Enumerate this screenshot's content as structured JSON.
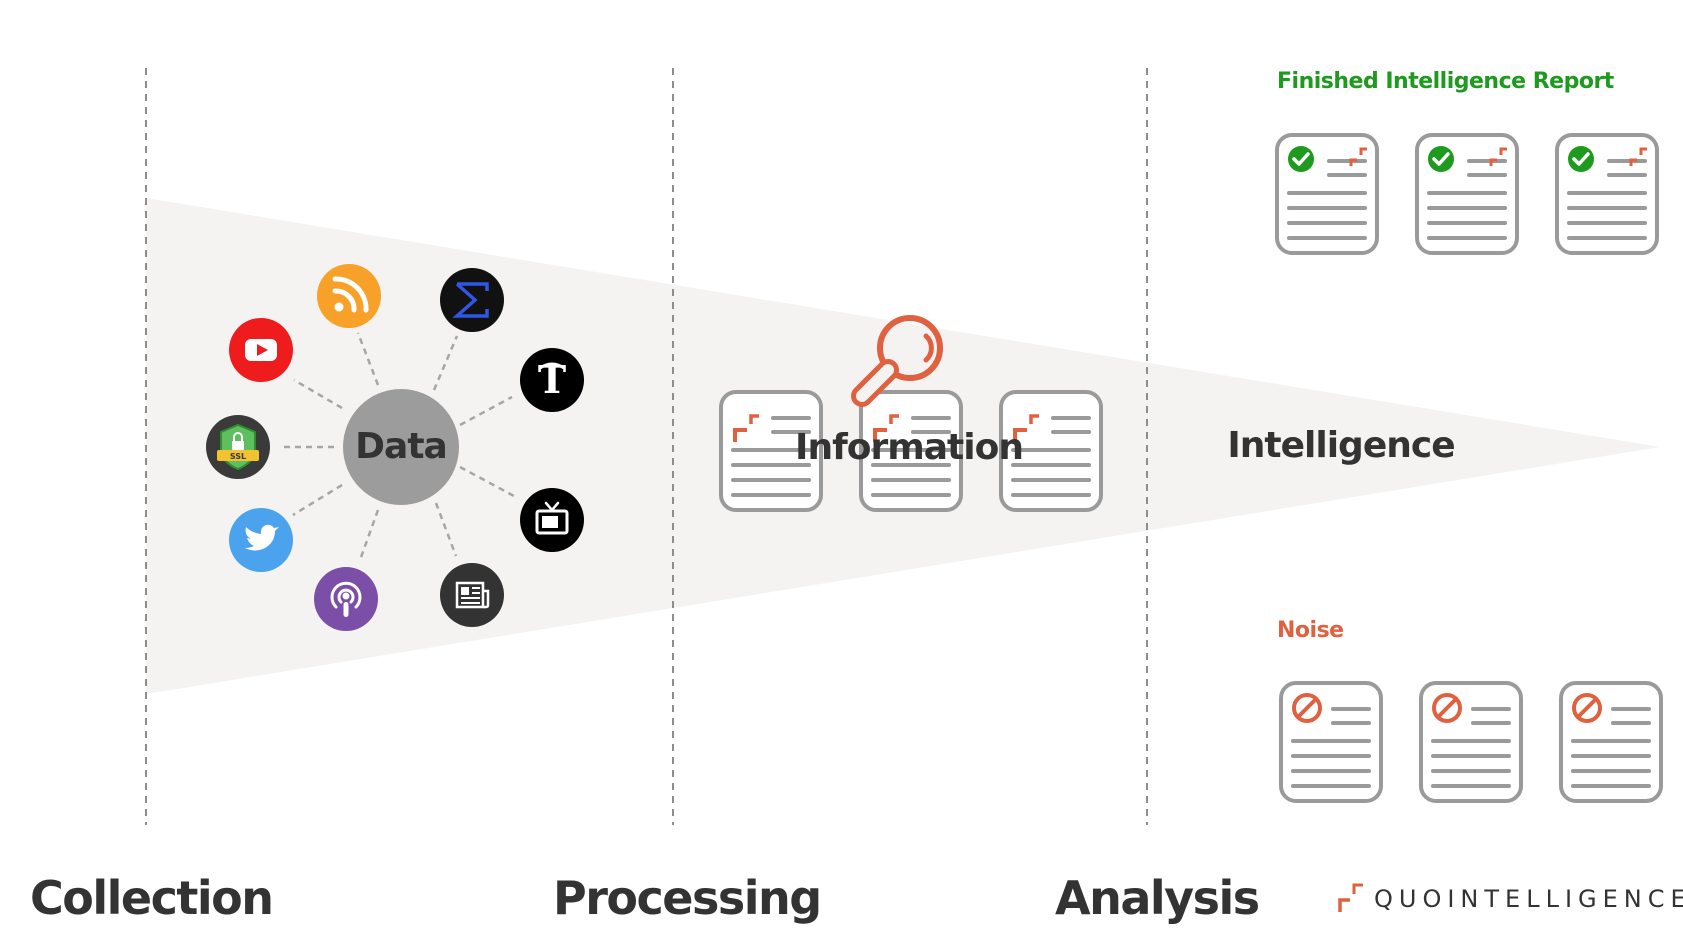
{
  "phases": {
    "collection": "Collection",
    "processing": "Processing",
    "analysis": "Analysis"
  },
  "stages": {
    "data": "Data",
    "information": "Information",
    "intelligence": "Intelligence"
  },
  "finished_report": {
    "title": "Finished Intelligence Report",
    "count": 3,
    "color": "#1e9a1e"
  },
  "noise": {
    "title": "Noise",
    "count": 3,
    "color": "#e0613f"
  },
  "sources": [
    {
      "icon": "rss-feed-icon",
      "color": "#f7a128"
    },
    {
      "icon": "sigma-icon",
      "color": "#111111"
    },
    {
      "icon": "new-york-times-icon",
      "color": "#000000"
    },
    {
      "icon": "television-icon",
      "color": "#000000"
    },
    {
      "icon": "newspaper-icon",
      "color": "#333333"
    },
    {
      "icon": "podcast-icon",
      "color": "#7b4fa8"
    },
    {
      "icon": "twitter-icon",
      "color": "#4aa3ec"
    },
    {
      "icon": "ssl-shield-icon",
      "color": "#3a3a3a"
    },
    {
      "icon": "youtube-icon",
      "color": "#ee1c1c"
    }
  ],
  "brand": {
    "name": "QUOINTELLIGENCE",
    "accent": "#e0613f"
  }
}
